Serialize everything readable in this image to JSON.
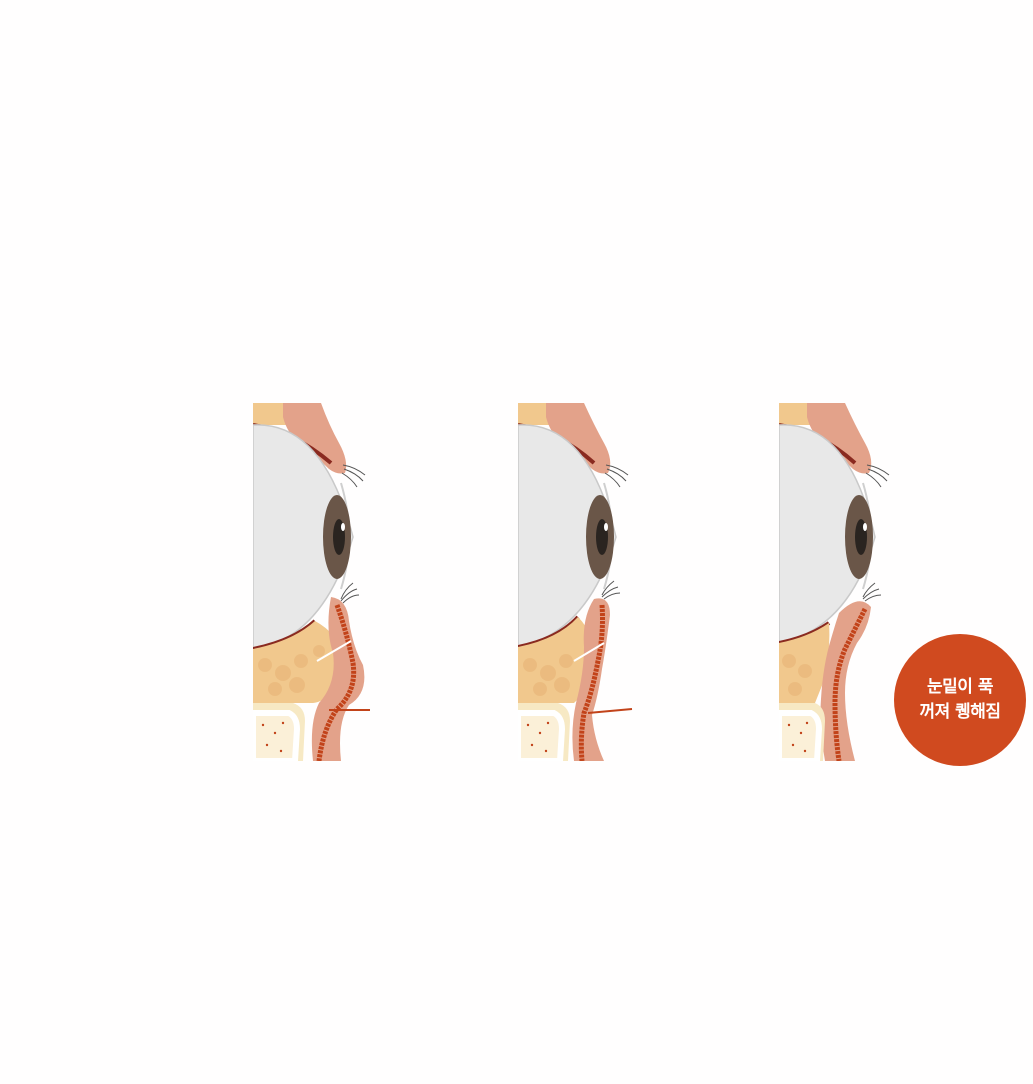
{
  "stages": [
    {
      "id": "stage-1"
    },
    {
      "id": "stage-2"
    },
    {
      "id": "stage-3"
    }
  ],
  "badge": {
    "line1": "눈밑이 푹",
    "line2": "꺼져 퀭해짐",
    "color": "#d04a1f",
    "text_color": "#ffffff"
  },
  "colors": {
    "skin": "#e3a28a",
    "skin_dark": "#d88a70",
    "fat": "#f1c88d",
    "eyeball": "#e8e8e8",
    "iris": "#6a5648",
    "muscle": "#c2431a",
    "bone": "#fbf0d8",
    "lid_dark": "#8a2a20",
    "pointer_line": "#c2431a"
  }
}
